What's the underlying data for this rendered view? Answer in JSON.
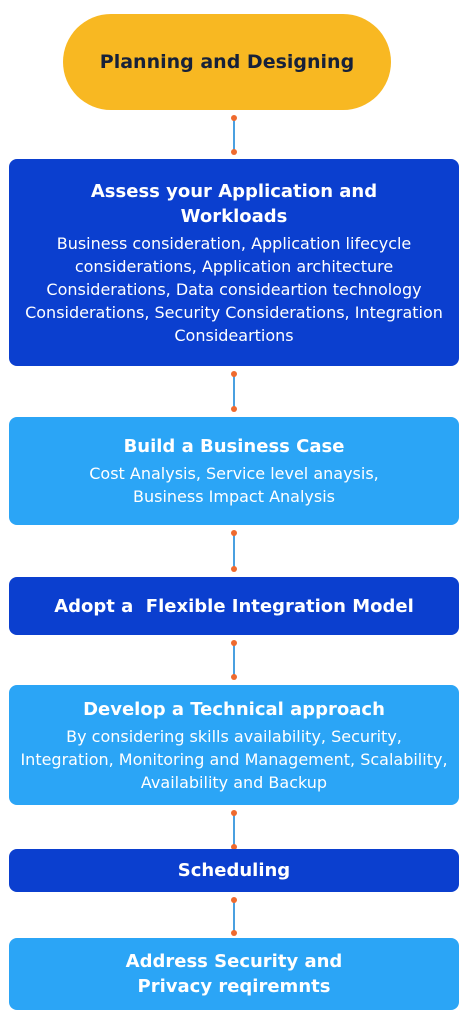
{
  "flow": {
    "start_label": "Planning and Designing",
    "steps": [
      {
        "title": "Assess your Application and Workloads",
        "description": "Business consideration, Application lifecycle considerations, Application architecture Considerations, Data consideartion technology Considerations, Security Considerations, Integration Consideartions"
      },
      {
        "title": "Build a Business Case",
        "description": "Cost Analysis, Service level anaysis, Business Impact Analysis"
      },
      {
        "title": "Adopt a  Flexible Integration Model"
      },
      {
        "title": "Develop a Technical approach",
        "description": "By considering skills availability, Security, Integration, Monitoring and Management, Scalability, Availability and Backup"
      },
      {
        "title": "Scheduling"
      },
      {
        "title": "Address Security and Privacy reqiremnts"
      }
    ]
  },
  "colors": {
    "start_fill": "#f8b822",
    "dark_step_fill": "#0b3fcf",
    "light_step_fill": "#2ba5f6",
    "connector_line": "#4aa0e0",
    "connector_dot": "#ef6a2e"
  }
}
